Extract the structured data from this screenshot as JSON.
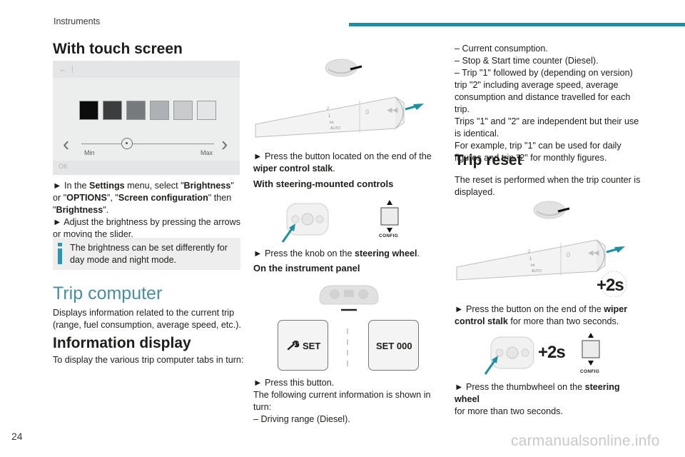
{
  "header": {
    "title": "Instruments",
    "page_number": "24"
  },
  "watermark": "carmanualsonline.info",
  "col1": {
    "title": "With touch screen",
    "screen": {
      "back_arrow": "←",
      "min_label": "Min",
      "max_label": "Max",
      "ok_label": "OK",
      "swatches": [
        "#0b0b0b",
        "#3b3d3f",
        "#777a7c",
        "#aeb1b3",
        "#c9cbcc",
        "#e3e4e5"
      ]
    },
    "step1": {
      "prefix": "► In the ",
      "b1": "Settings",
      "t1": " menu, select \"",
      "b2": "Brightness",
      "t2": "\"",
      "line2_t": "or \"",
      "b3": "OPTIONS",
      "t3": "\", \"",
      "b4": "Screen configuration",
      "t4": "\" then",
      "line3_t": "\"",
      "b5": "Brightness",
      "t5": "\"."
    },
    "step2": [
      "► Adjust the brightness by pressing the arrows",
      "or moving the slider."
    ],
    "note": [
      "The brightness can be set differently for",
      "day mode and night mode."
    ],
    "trip_title": "Trip computer",
    "trip_text": [
      "Displays information related to the current trip",
      "(range, fuel consumption, average speed, etc.)."
    ],
    "info_title": "Information display",
    "info_text": "To display the various trip computer tabs in turn:"
  },
  "col2": {
    "stalk_step": {
      "line1": "► Press the button located on the end of the",
      "b": "wiper control stalk",
      "end": "."
    },
    "steer_title": "With steering-mounted controls",
    "config_label": "CONFIG",
    "steer_step": {
      "pre": "► Press the knob on the ",
      "b": "steering wheel",
      "end": "."
    },
    "panel_title": "On the instrument panel",
    "set_label": "SET",
    "set_000_label": "SET  000",
    "panel_lines": [
      "► Press this button.",
      "The following current information is shown in",
      "turn:",
      "– Driving range (Diesel)."
    ]
  },
  "col3": {
    "list_lines": [
      "– Current consumption.",
      "– Stop & Start time counter (Diesel).",
      "– Trip \"1\" followed by (depending on version)",
      "trip \"2\" including average speed, average",
      "consumption and distance travelled for each trip.",
      "Trips \"1\" and \"2\" are independent but their use",
      "is identical.",
      "For example, trip \"1\" can be used for daily",
      "figures and trip \"2\" for monthly figures."
    ],
    "reset_title": "Trip reset",
    "reset_text": [
      "The reset is performed when the trip counter is",
      "displayed."
    ],
    "plus2s_label": "+2s",
    "stalk_reset": {
      "pre": "► Press the button on the end of the ",
      "b1": "wiper",
      "b2": "control stalk",
      "end": " for more than two seconds."
    },
    "config_label": "CONFIG",
    "thumb_step": {
      "pre": "► Press the thumbwheel on the ",
      "b": "steering wheel",
      "end": "for more than two seconds."
    }
  },
  "colors": {
    "accent": "#1e8fa0",
    "heading_blue": "#4a8d9d",
    "info_icon": "#2b94b4"
  }
}
